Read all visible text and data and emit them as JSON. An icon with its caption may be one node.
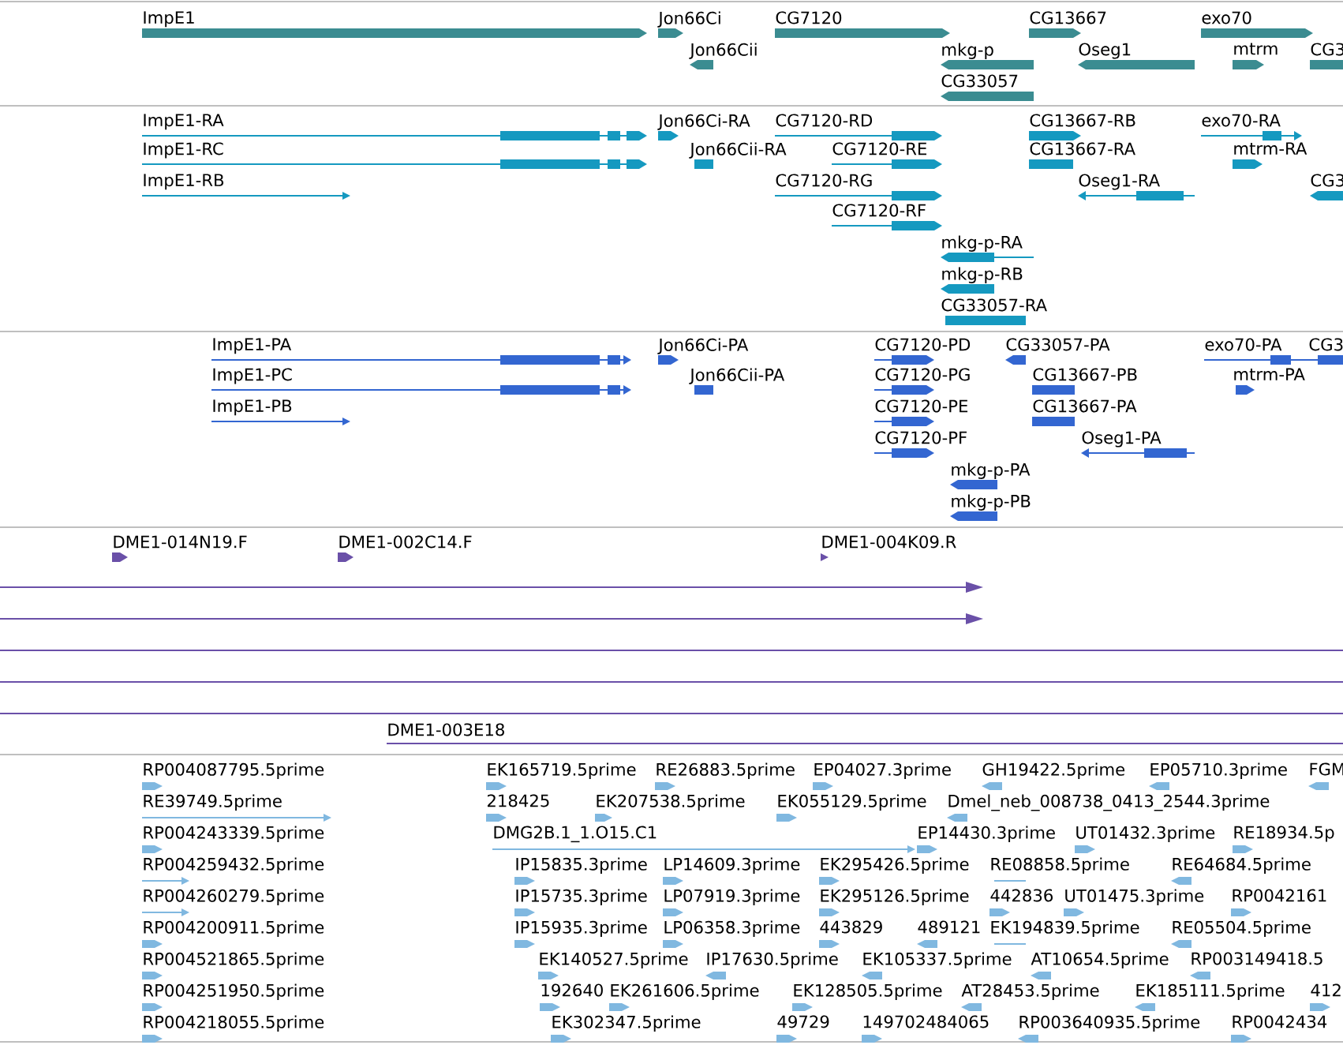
{
  "diagram": {
    "labels": [
      "ImpE1",
      "Jon66Ci",
      "CG7120",
      "CG13667",
      "exo70",
      "Jon66Cii",
      "mkg-p",
      "Oseg1",
      "mtrm",
      "CG3",
      "CG33057",
      "ImpE1-RA",
      "Jon66Ci-RA",
      "CG7120-RD",
      "CG13667-RB",
      "exo70-RA",
      "ImpE1-RC",
      "Jon66Cii-RA",
      "CG7120-RE",
      "CG13667-RA",
      "mtrm-RA",
      "ImpE1-RB",
      "CG7120-RG",
      "Oseg1-RA",
      "CG3",
      "CG7120-RF",
      "mkg-p-RA",
      "mkg-p-RB",
      "CG33057-RA",
      "ImpE1-PA",
      "Jon66Ci-PA",
      "CG7120-PD",
      "CG33057-PA",
      "exo70-PA",
      "CG3",
      "ImpE1-PC",
      "Jon66Cii-PA",
      "CG7120-PG",
      "CG13667-PB",
      "mtrm-PA",
      "ImpE1-PB",
      "CG7120-PE",
      "CG13667-PA",
      "CG7120-PF",
      "Oseg1-PA",
      "mkg-p-PA",
      "mkg-p-PB",
      "DME1-014N19.F",
      "DME1-002C14.F",
      "DME1-004K09.R",
      "DME1-003E18",
      "RP004087795.5prime",
      "EK165719.5prime",
      "RE26883.5prime",
      "EP04027.3prime",
      "GH19422.5prime",
      "EP05710.3prime",
      "FGM",
      "RE39749.5prime",
      "218425",
      "EK207538.5prime",
      "EK055129.5prime",
      "Dmel_neb_008738_0413_2544.3prime",
      "RP004243339.5prime",
      "DMG2B.1_1.O15.C1",
      "EP14430.3prime",
      "UT01432.3prime",
      "RE18934.5p",
      "RP004259432.5prime",
      "IP15835.3prime",
      "LP14609.3prime",
      "EK295426.5prime",
      "RE08858.5prime",
      "RE64684.5prime",
      "RP004260279.5prime",
      "IP15735.3prime",
      "LP07919.3prime",
      "EK295126.5prime",
      "442836",
      "UT01475.3prime",
      "RP0042161",
      "RP004200911.5prime",
      "IP15935.3prime",
      "LP06358.3prime",
      "443829",
      "489121",
      "EK194839.5prime",
      "RE05504.5prime",
      "RP004521865.5prime",
      "EK140527.5prime",
      "IP17630.5prime",
      "EK105337.5prime",
      "AT10654.5prime",
      "RP003149418.5",
      "RP004251950.5prime",
      "192640",
      "EK261606.5prime",
      "EK128505.5prime",
      "AT28453.5prime",
      "EK185111.5prime",
      "412",
      "RP004218055.5prime",
      "EK302347.5prime",
      "49729",
      "149702484065",
      "RP003640935.5prime",
      "RP0042434"
    ]
  }
}
